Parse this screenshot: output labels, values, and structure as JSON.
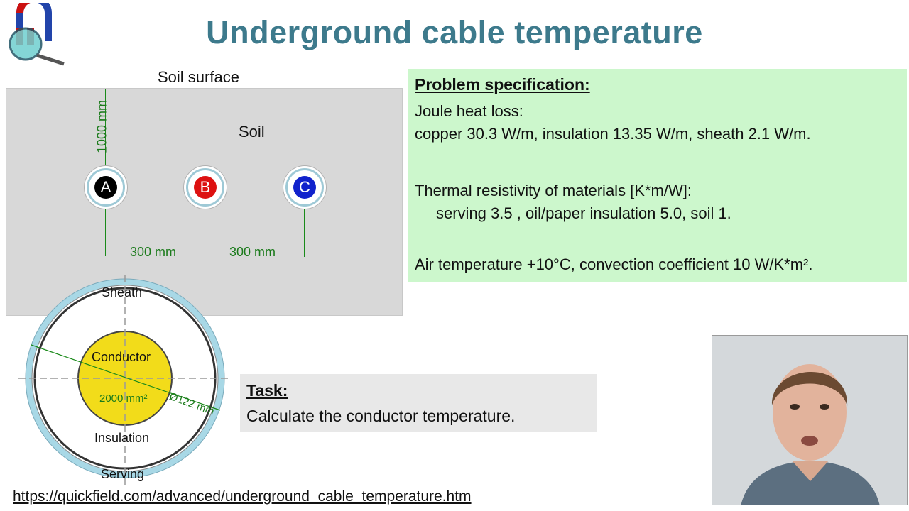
{
  "title": "Underground cable temperature",
  "diagram": {
    "soil_surface": "Soil surface",
    "soil": "Soil",
    "depth": "1000 mm",
    "spacing_1": "300 mm",
    "spacing_2": "300 mm",
    "cables": [
      {
        "label": "A",
        "color": "#000000"
      },
      {
        "label": "B",
        "color": "#dd1111"
      },
      {
        "label": "C",
        "color": "#1122cc"
      }
    ]
  },
  "cross_section": {
    "sheath": "Sheath",
    "conductor": "Conductor",
    "area": "2000 mm²",
    "diameter": "Ø122 mm",
    "insulation": "Insulation",
    "serving": "Serving"
  },
  "spec": {
    "heading": "Problem specification:",
    "joule_label": "Joule heat loss:",
    "joule_values": "copper 30.3 W/m, insulation 13.35 W/m, sheath 2.1 W/m.",
    "thermal_label": "Thermal resistivity of materials [K*m/W]:",
    "thermal_values": "serving 3.5 , oil/paper insulation 5.0, soil 1.",
    "air": "Air temperature +10°C, convection coefficient 10 W/K*m²."
  },
  "task": {
    "heading": "Task:",
    "text": "Calculate the conductor temperature."
  },
  "url": "https://quickfield.com/advanced/underground_cable_temperature.htm",
  "colors": {
    "title": "#3d7a8c",
    "spec_bg": "#ccf7cc",
    "task_bg": "#e8e8e8",
    "soil_bg": "#d8d8d8",
    "dimension": "#1a7a1a",
    "conductor": "#f2dc1a",
    "serving": "#a8d8e6"
  },
  "icons": {
    "logo": "magnet-magnifier-logo"
  }
}
